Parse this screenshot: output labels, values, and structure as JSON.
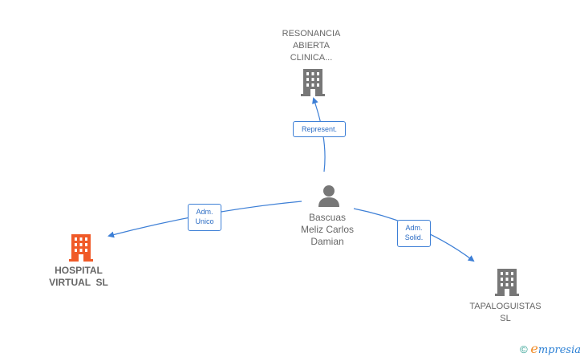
{
  "nodes": {
    "top": {
      "lines": [
        "RESONANCIA",
        "ABIERTA",
        "CLINICA..."
      ],
      "color": "#777777"
    },
    "center": {
      "lines": [
        "Bascuas",
        "Meliz Carlos",
        "Damian"
      ],
      "color": "#777777"
    },
    "left": {
      "lines": [
        "HOSPITAL",
        "VIRTUAL  SL"
      ],
      "color": "#f05a28"
    },
    "right": {
      "lines": [
        "TAPALOGUISTAS",
        "SL"
      ],
      "color": "#777777"
    }
  },
  "edges": {
    "top": {
      "lines": [
        "Represent."
      ]
    },
    "left": {
      "lines": [
        "Adm.",
        "Unico"
      ]
    },
    "right": {
      "lines": [
        "Adm.",
        "Solid."
      ]
    }
  },
  "colors": {
    "edge": "#3d7fd6",
    "accent": "#f05a28",
    "gray": "#777777"
  },
  "footer": {
    "copyright": "©",
    "brand_initial": "e",
    "brand_rest": "mpresia"
  }
}
